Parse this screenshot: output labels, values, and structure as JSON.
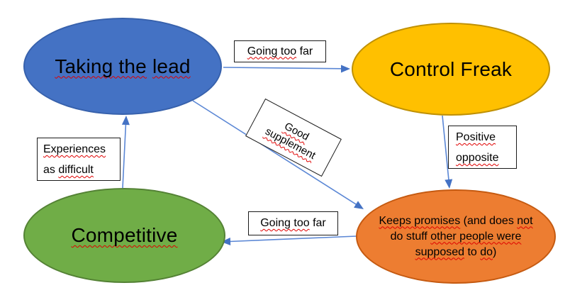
{
  "colors": {
    "background": "#ffffff",
    "connector": "#5b87d5",
    "arrowhead": "#4472c4",
    "squiggle": "#e00000",
    "label_border": "#1a1a1a",
    "label_fill": "#ffffff"
  },
  "nodes": {
    "taking_lead": {
      "text": "Taking the lead",
      "fill": "#4472c4",
      "border": "#3761ac",
      "seg": [
        {
          "t": "Taking the",
          "sq": true
        },
        {
          "t": " ",
          "sq": false
        },
        {
          "t": "lead",
          "sq": true
        }
      ]
    },
    "control_freak": {
      "text": "Control Freak",
      "fill": "#ffc000",
      "border": "#bf9000"
    },
    "competitive": {
      "text": "Competitive",
      "fill": "#70ad47",
      "border": "#548235"
    },
    "keeps_promises": {
      "text": "Keeps promises (and does not do stuff other people were supposed to do)",
      "fill": "#ed7d31",
      "border": "#c55a11",
      "line1": [
        {
          "t": "Keeps promises",
          "sq": true
        },
        {
          "t": " (and does ",
          "sq": false
        },
        {
          "t": "not",
          "sq": true
        }
      ],
      "line2": [
        {
          "t": "do stuff ",
          "sq": false
        },
        {
          "t": "other people were",
          "sq": true
        }
      ],
      "line3": [
        {
          "t": "supposed",
          "sq": true
        },
        {
          "t": " to ",
          "sq": false
        },
        {
          "t": "do",
          "sq": true
        },
        {
          "t": ")",
          "sq": false
        }
      ]
    }
  },
  "edge_labels": {
    "going_too_far_top": {
      "text": "Going too far",
      "seg": [
        {
          "t": "Going too",
          "sq": true
        },
        {
          "t": " far",
          "sq": false
        }
      ]
    },
    "good_supplement": {
      "text": "Good supplement",
      "line1": "Good",
      "line2": "supplement"
    },
    "positive_opposite": {
      "text": "Positive opposite",
      "line1": "Positive",
      "line2": "opposite"
    },
    "going_too_far_bottom": {
      "text": "Going too far",
      "seg": [
        {
          "t": "Going too",
          "sq": true
        },
        {
          "t": " far",
          "sq": false
        }
      ]
    },
    "experiences_difficult": {
      "text": "Experiences as difficult",
      "line1": "Experiences",
      "line2_plain": "as ",
      "line2_sq": "difficult"
    }
  },
  "edges": [
    {
      "from": "Taking the lead",
      "to": "Control Freak",
      "label": "Going too far"
    },
    {
      "from": "Taking the lead",
      "to": "Keeps promises (and does not do stuff other people were supposed to do)",
      "label": "Good supplement"
    },
    {
      "from": "Control Freak",
      "to": "Keeps promises (and does not do stuff other people were supposed to do)",
      "label": "Positive opposite"
    },
    {
      "from": "Keeps promises (and does not do stuff other people were supposed to do)",
      "to": "Competitive",
      "label": "Going too far"
    },
    {
      "from": "Competitive",
      "to": "Taking the lead",
      "label": "Experiences as difficult"
    }
  ]
}
